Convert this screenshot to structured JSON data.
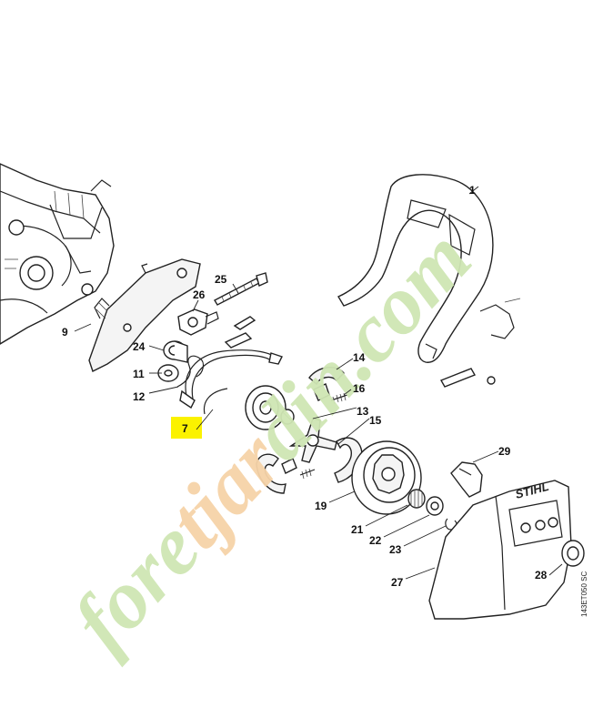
{
  "diagram": {
    "drawing_code": "143ET050 SC",
    "highlight_color": "#fbf200",
    "highlighted_callout": "7",
    "brand_text": "STIHL",
    "callouts": [
      "1",
      "7",
      "9",
      "11",
      "12",
      "13",
      "14",
      "15",
      "16",
      "19",
      "21",
      "22",
      "23",
      "24",
      "25",
      "26",
      "27",
      "28",
      "29"
    ]
  },
  "watermark": {
    "text": "foretjardin.com",
    "colors": {
      "green": "#cfe6b4",
      "orange": "#f6d3a8"
    }
  }
}
